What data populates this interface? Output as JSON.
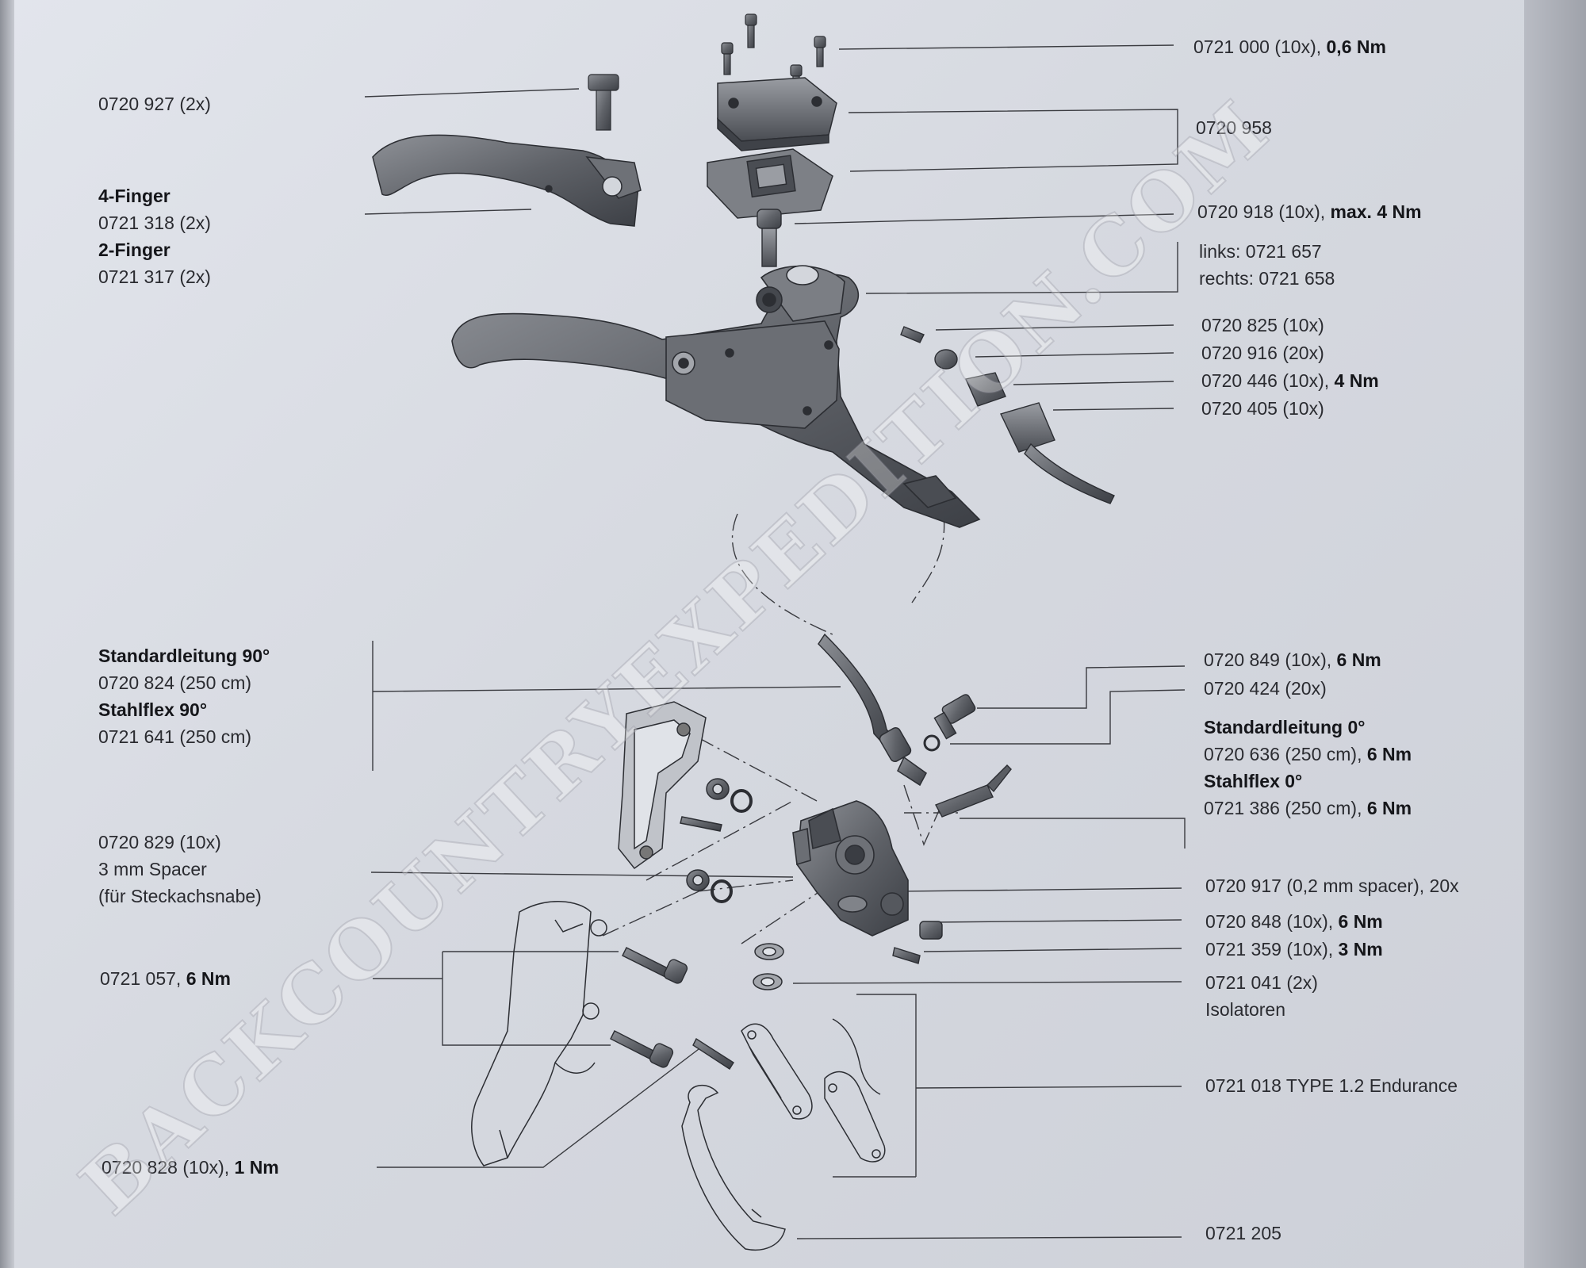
{
  "watermark": "BACKCOUNTRYEXPEDITION.COM",
  "parts": [
    {
      "id": "p1",
      "lines": [
        {
          "text": "0720 927 (2x)"
        }
      ]
    },
    {
      "id": "p2",
      "lines": [
        {
          "bold": "4-Finger"
        },
        {
          "text": "0721 318 (2x)"
        },
        {
          "bold": "2-Finger"
        },
        {
          "text": "0721 317 (2x)"
        }
      ]
    },
    {
      "id": "p3",
      "lines": [
        {
          "text": "0721 000 (10x), ",
          "bold": "0,6 Nm"
        }
      ]
    },
    {
      "id": "p4",
      "lines": [
        {
          "text": "0720 958"
        }
      ]
    },
    {
      "id": "p5",
      "lines": [
        {
          "text": "0720 918 (10x), ",
          "bold": "max. 4 Nm"
        }
      ]
    },
    {
      "id": "p6",
      "lines": [
        {
          "text": "links: 0721 657"
        },
        {
          "text": "rechts: 0721 658"
        }
      ]
    },
    {
      "id": "p7",
      "lines": [
        {
          "text": "0720 825 (10x)"
        }
      ]
    },
    {
      "id": "p8",
      "lines": [
        {
          "text": "0720 916 (20x)"
        }
      ]
    },
    {
      "id": "p9",
      "lines": [
        {
          "text": "0720 446 (10x), ",
          "bold": "4 Nm"
        }
      ]
    },
    {
      "id": "p10",
      "lines": [
        {
          "text": "0720 405 (10x)"
        }
      ]
    },
    {
      "id": "p11",
      "lines": [
        {
          "bold": "Standardleitung 90°"
        },
        {
          "text": "0720 824 (250 cm)"
        },
        {
          "bold": "Stahlflex 90°"
        },
        {
          "text": "0721 641 (250 cm)"
        }
      ]
    },
    {
      "id": "p12",
      "lines": [
        {
          "text": "0720 849 (10x), ",
          "bold": "6 Nm"
        }
      ]
    },
    {
      "id": "p13",
      "lines": [
        {
          "text": "0720 424 (20x)"
        }
      ]
    },
    {
      "id": "p14",
      "lines": [
        {
          "bold": "Standardleitung 0°"
        },
        {
          "text": "0720 636 (250 cm), ",
          "bold": "6 Nm"
        },
        {
          "bold": "Stahlflex 0°"
        },
        {
          "text": "0721 386 (250 cm), ",
          "bold": "6 Nm"
        }
      ]
    },
    {
      "id": "p15",
      "lines": [
        {
          "text": "0720 829 (10x)"
        },
        {
          "text": "3 mm Spacer"
        },
        {
          "text": "(für Steckachsnabe)"
        }
      ]
    },
    {
      "id": "p16",
      "lines": [
        {
          "text": "0720 917 (0,2 mm spacer), 20x"
        }
      ]
    },
    {
      "id": "p17",
      "lines": [
        {
          "text": "0720 848 (10x), ",
          "bold": "6 Nm"
        }
      ]
    },
    {
      "id": "p18",
      "lines": [
        {
          "text": "0721 359 (10x), ",
          "bold": "3 Nm"
        }
      ]
    },
    {
      "id": "p19",
      "lines": [
        {
          "text": "0721 057, ",
          "bold": "6 Nm"
        }
      ]
    },
    {
      "id": "p20",
      "lines": [
        {
          "text": "0721 041 (2x)"
        },
        {
          "text": "Isolatoren"
        }
      ]
    },
    {
      "id": "p21",
      "lines": [
        {
          "text": "0721 018 TYPE 1.2 Endurance"
        }
      ]
    },
    {
      "id": "p22",
      "lines": [
        {
          "text": "0720 828 (10x), ",
          "bold": "1 Nm"
        }
      ]
    },
    {
      "id": "p23",
      "lines": [
        {
          "text": "0721 205"
        }
      ]
    }
  ]
}
